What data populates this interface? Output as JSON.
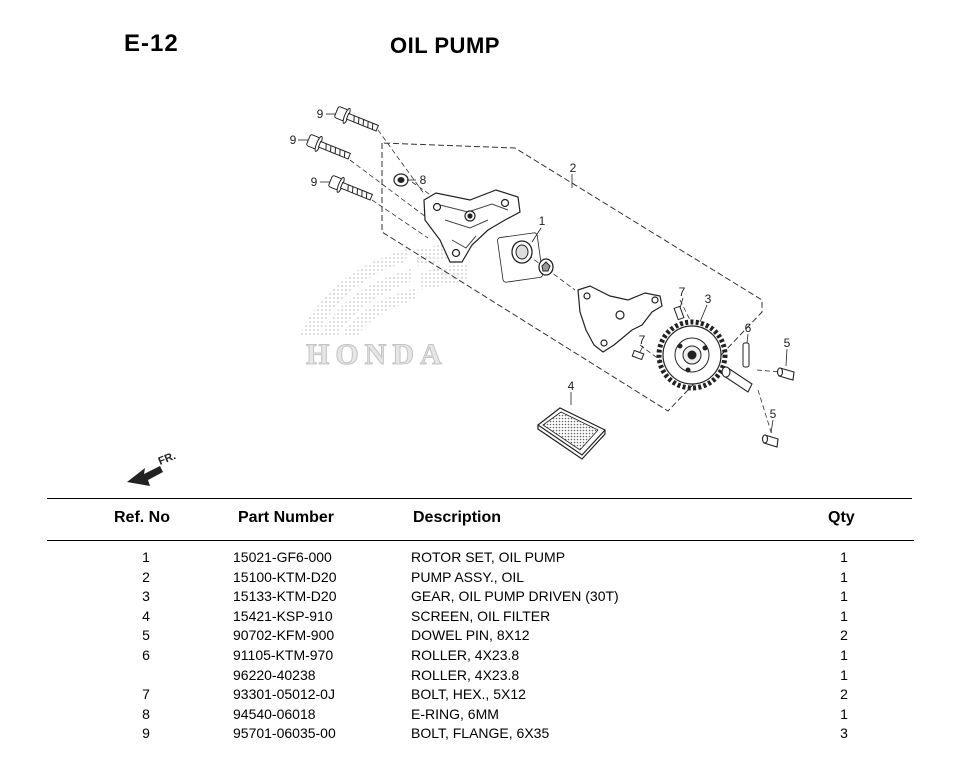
{
  "header": {
    "section_code": "E-12",
    "title": "OIL PUMP"
  },
  "diagram": {
    "watermark": "HONDA",
    "front_arrow_label": "FR.",
    "callouts": [
      "9",
      "9",
      "9",
      "8",
      "2",
      "1",
      "7",
      "7",
      "3",
      "6",
      "5",
      "5",
      "4"
    ]
  },
  "table": {
    "columns": {
      "ref_no": "Ref. No",
      "part_number": "Part Number",
      "description": "Description",
      "qty": "Qty"
    },
    "rows": [
      {
        "ref": "1",
        "part": "15021-GF6-000",
        "desc": "ROTOR SET, OIL PUMP",
        "qty": "1"
      },
      {
        "ref": "2",
        "part": "15100-KTM-D20",
        "desc": "PUMP ASSY., OIL",
        "qty": "1"
      },
      {
        "ref": "3",
        "part": "15133-KTM-D20",
        "desc": "GEAR, OIL PUMP DRIVEN (30T)",
        "qty": "1"
      },
      {
        "ref": "4",
        "part": "15421-KSP-910",
        "desc": "SCREEN, OIL FILTER",
        "qty": "1"
      },
      {
        "ref": "5",
        "part": "90702-KFM-900",
        "desc": "DOWEL PIN, 8X12",
        "qty": "2"
      },
      {
        "ref": "6",
        "part": "91105-KTM-970",
        "desc": "ROLLER, 4X23.8",
        "qty": "1"
      },
      {
        "ref": "",
        "part": "96220-40238",
        "desc": "ROLLER, 4X23.8",
        "qty": "1"
      },
      {
        "ref": "7",
        "part": "93301-05012-0J",
        "desc": "BOLT, HEX., 5X12",
        "qty": "2"
      },
      {
        "ref": "8",
        "part": "94540-06018",
        "desc": "E-RING, 6MM",
        "qty": "1"
      },
      {
        "ref": "9",
        "part": "95701-06035-00",
        "desc": "BOLT, FLANGE, 6X35",
        "qty": "3"
      }
    ]
  }
}
